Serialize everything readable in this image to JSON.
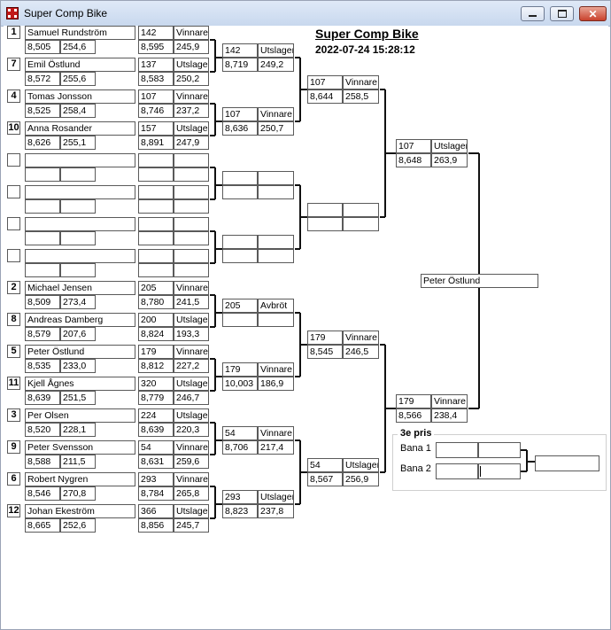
{
  "window": {
    "title": "Super Comp Bike"
  },
  "header": {
    "title": "Super Comp Bike",
    "datetime": "2022-07-24 15:28:12"
  },
  "round1": [
    {
      "seed": "1",
      "name": "Samuel Rundström",
      "time": "8,505",
      "speed": "254,6"
    },
    {
      "seed": "7",
      "name": "Emil Östlund",
      "time": "8,572",
      "speed": "255,6"
    },
    {
      "seed": "4",
      "name": "Tomas Jonsson",
      "time": "8,525",
      "speed": "258,4"
    },
    {
      "seed": "10",
      "name": "Anna Rosander",
      "time": "8,626",
      "speed": "255,1"
    },
    {
      "seed": "",
      "name": "",
      "time": "",
      "speed": ""
    },
    {
      "seed": "",
      "name": "",
      "time": "",
      "speed": ""
    },
    {
      "seed": "",
      "name": "",
      "time": "",
      "speed": ""
    },
    {
      "seed": "",
      "name": "",
      "time": "",
      "speed": ""
    },
    {
      "seed": "2",
      "name": "Michael Jensen",
      "time": "8,509",
      "speed": "273,4"
    },
    {
      "seed": "8",
      "name": "Andreas Damberg",
      "time": "8,579",
      "speed": "207,6"
    },
    {
      "seed": "5",
      "name": "Peter Östlund",
      "time": "8,535",
      "speed": "233,0"
    },
    {
      "seed": "11",
      "name": "Kjell Ågnes",
      "time": "8,639",
      "speed": "251,5"
    },
    {
      "seed": "3",
      "name": "Per Olsen",
      "time": "8,520",
      "speed": "228,1"
    },
    {
      "seed": "9",
      "name": "Peter Svensson",
      "time": "8,588",
      "speed": "211,5"
    },
    {
      "seed": "6",
      "name": "Robert Nygren",
      "time": "8,546",
      "speed": "270,8"
    },
    {
      "seed": "12",
      "name": "Johan Ekeström",
      "time": "8,665",
      "speed": "252,6"
    }
  ],
  "round2": [
    {
      "no": "142",
      "result": "Vinnare",
      "time": "8,595",
      "speed": "245,9"
    },
    {
      "no": "137",
      "result": "Utslagen",
      "time": "8,583",
      "speed": "250,2"
    },
    {
      "no": "107",
      "result": "Vinnare",
      "time": "8,746",
      "speed": "237,2"
    },
    {
      "no": "157",
      "result": "Utslagen",
      "time": "8,891",
      "speed": "247,9"
    },
    {
      "no": "",
      "result": "",
      "time": "",
      "speed": ""
    },
    {
      "no": "",
      "result": "",
      "time": "",
      "speed": ""
    },
    {
      "no": "",
      "result": "",
      "time": "",
      "speed": ""
    },
    {
      "no": "",
      "result": "",
      "time": "",
      "speed": ""
    },
    {
      "no": "205",
      "result": "Vinnare",
      "time": "8,780",
      "speed": "241,5"
    },
    {
      "no": "200",
      "result": "Utslagen",
      "time": "8,824",
      "speed": "193,3"
    },
    {
      "no": "179",
      "result": "Vinnare",
      "time": "8,812",
      "speed": "227,2"
    },
    {
      "no": "320",
      "result": "Utslagen",
      "time": "8,779",
      "speed": "246,7"
    },
    {
      "no": "224",
      "result": "Utslagen",
      "time": "8,639",
      "speed": "220,3"
    },
    {
      "no": "54",
      "result": "Vinnare",
      "time": "8,631",
      "speed": "259,6"
    },
    {
      "no": "293",
      "result": "Vinnare",
      "time": "8,784",
      "speed": "265,8"
    },
    {
      "no": "366",
      "result": "Utslagen",
      "time": "8,856",
      "speed": "245,7"
    }
  ],
  "round3": [
    {
      "no": "142",
      "result": "Utslagen",
      "time": "8,719",
      "speed": "249,2"
    },
    {
      "no": "107",
      "result": "Vinnare",
      "time": "8,636",
      "speed": "250,7"
    },
    {
      "no": "",
      "result": "",
      "time": "",
      "speed": ""
    },
    {
      "no": "",
      "result": "",
      "time": "",
      "speed": ""
    },
    {
      "no": "205",
      "result": "Avbröt",
      "time": "",
      "speed": ""
    },
    {
      "no": "179",
      "result": "Vinnare",
      "time": "10,003",
      "speed": "186,9"
    },
    {
      "no": "54",
      "result": "Vinnare",
      "time": "8,706",
      "speed": "217,4"
    },
    {
      "no": "293",
      "result": "Utslagen",
      "time": "8,823",
      "speed": "237,8"
    }
  ],
  "round4": [
    {
      "no": "107",
      "result": "Vinnare",
      "time": "8,644",
      "speed": "258,5"
    },
    {
      "no": "",
      "result": "",
      "time": "",
      "speed": ""
    },
    {
      "no": "179",
      "result": "Vinnare",
      "time": "8,545",
      "speed": "246,5"
    },
    {
      "no": "54",
      "result": "Utslagen",
      "time": "8,567",
      "speed": "256,9"
    }
  ],
  "semifinal": [
    {
      "no": "107",
      "result": "Utslagen",
      "time": "8,648",
      "speed": "263,9"
    },
    {
      "no": "179",
      "result": "Vinnare",
      "time": "8,566",
      "speed": "238,4"
    }
  ],
  "winner": {
    "name": "Peter Östlund"
  },
  "third_place": {
    "legend": "3e pris",
    "lane1_label": "Bana 1",
    "lane2_label": "Bana 2",
    "lane1_a": "",
    "lane1_b": "",
    "lane2_a": "",
    "lane2_b": "",
    "result": ""
  }
}
